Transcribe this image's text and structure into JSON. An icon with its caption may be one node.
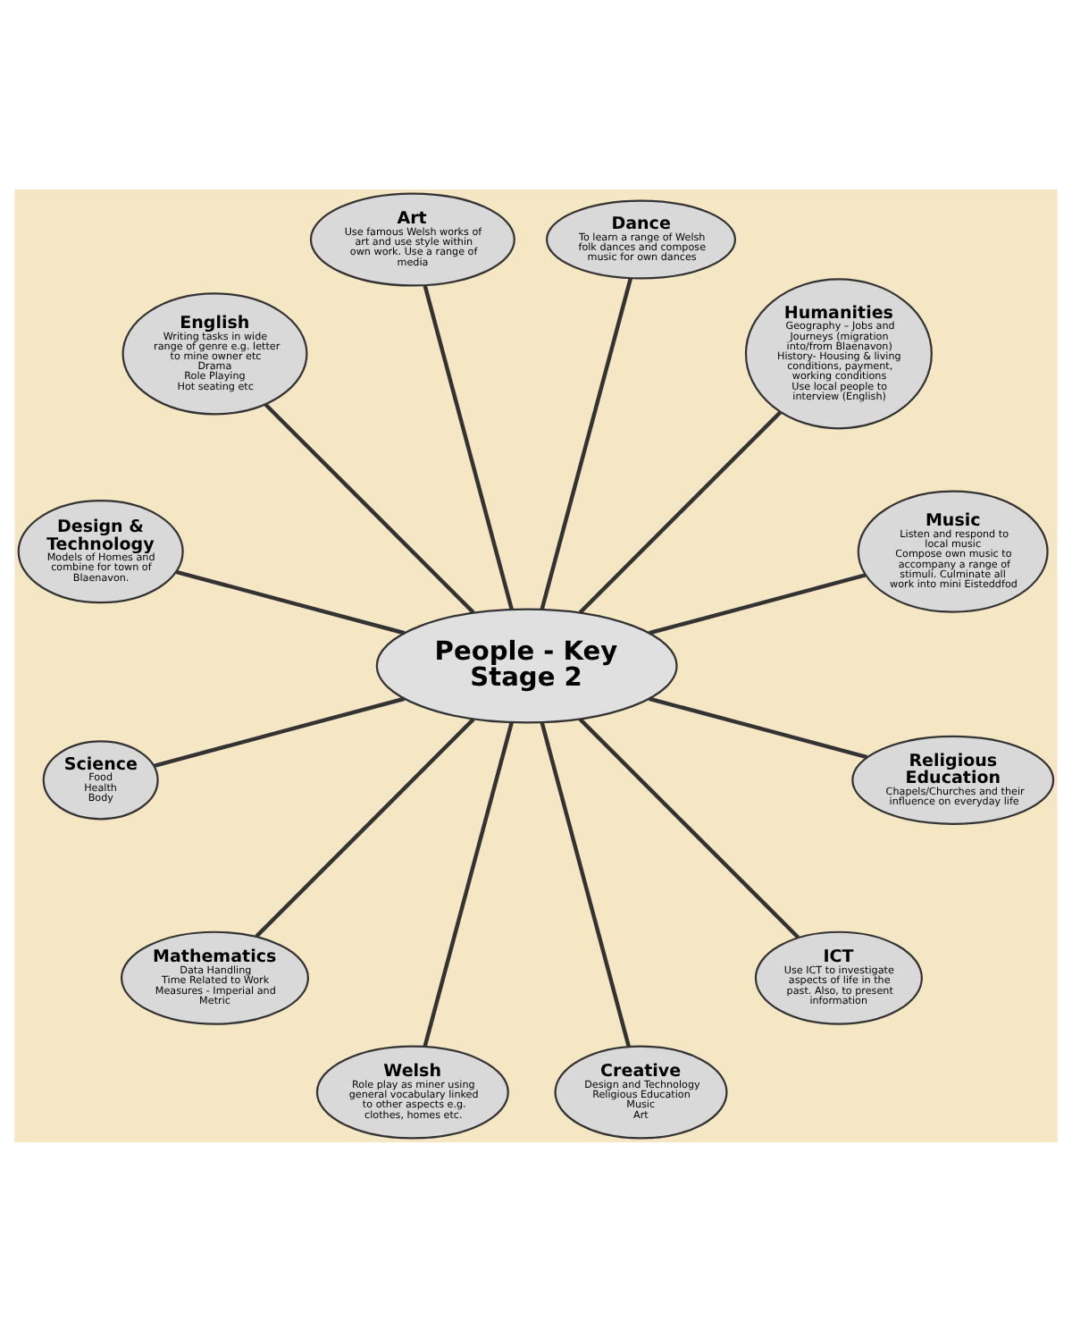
{
  "diagram": {
    "nodes": [
      {
        "text": [
          "Music",
          "Listen and respond to local music",
          "Compose own music to accompany a range of stimuli. Culminate all work into mini Eisteddfod"
        ]
      },
      {
        "text": [
          "Humanities",
          "Geography – Jobs and Journeys (migration into/from Blaenavon)",
          "History- Housing & living conditions, payment, working conditions",
          "Use local people to interview (English)"
        ]
      },
      {
        "text": [
          "Dance",
          "To learn a range of Welsh folk dances and compose music for own dances"
        ]
      },
      {
        "text": [
          "Art",
          "Use famous Welsh works of art and use style within own work. Use a range of media"
        ]
      },
      {
        "text": [
          "English",
          "Writing tasks in wide range of genre e.g. letter to mine owner etc",
          "Drama",
          "Role Playing",
          "Hot seating etc"
        ]
      },
      {
        "text": [
          "Design & Technology",
          "Models of Homes and combine for town of Blaenavon."
        ]
      },
      {
        "text": [
          "People - Key Stage 2"
        ]
      },
      {
        "text": [
          "Science",
          "Food",
          "Health",
          "Body"
        ]
      },
      {
        "text": [
          "Mathematics",
          "Data Handling",
          "Time Related to Work",
          "Measures - Imperial and Metric"
        ]
      },
      {
        "text": [
          "Welsh",
          "Role play as miner using general vocabulary linked to other aspects e.g. clothes, homes etc."
        ]
      },
      {
        "text": [
          "Creative",
          "Design and Technology",
          "Religious Education",
          "Music",
          "Art"
        ]
      },
      {
        "text": [
          "ICT",
          "Use ICT to investigate aspects of life in the past. Also, to present information"
        ]
      },
      {
        "text": [
          "Religious Education",
          "Chapels/Churches and their influence on everyday life"
        ]
      }
    ],
    "edges": [
      {
        "from": 6,
        "to": 1,
        "arrow": "none"
      },
      {
        "from": 6,
        "to": 2,
        "arrow": "none"
      },
      {
        "from": 6,
        "to": 3,
        "arrow": "none"
      },
      {
        "from": 6,
        "to": 5,
        "arrow": "none"
      },
      {
        "from": 6,
        "to": 7,
        "arrow": "none"
      },
      {
        "from": 6,
        "to": 9,
        "arrow": "none"
      },
      {
        "from": 6,
        "to": 12,
        "arrow": "none"
      },
      {
        "from": 6,
        "to": 11,
        "arrow": "none"
      },
      {
        "from": 6,
        "to": 10,
        "arrow": "none"
      },
      {
        "from": 6,
        "to": 8,
        "arrow": "none"
      },
      {
        "from": 6,
        "to": 4,
        "arrow": "none"
      },
      {
        "from": 6,
        "to": 0,
        "arrow": "none"
      }
    ]
  }
}
